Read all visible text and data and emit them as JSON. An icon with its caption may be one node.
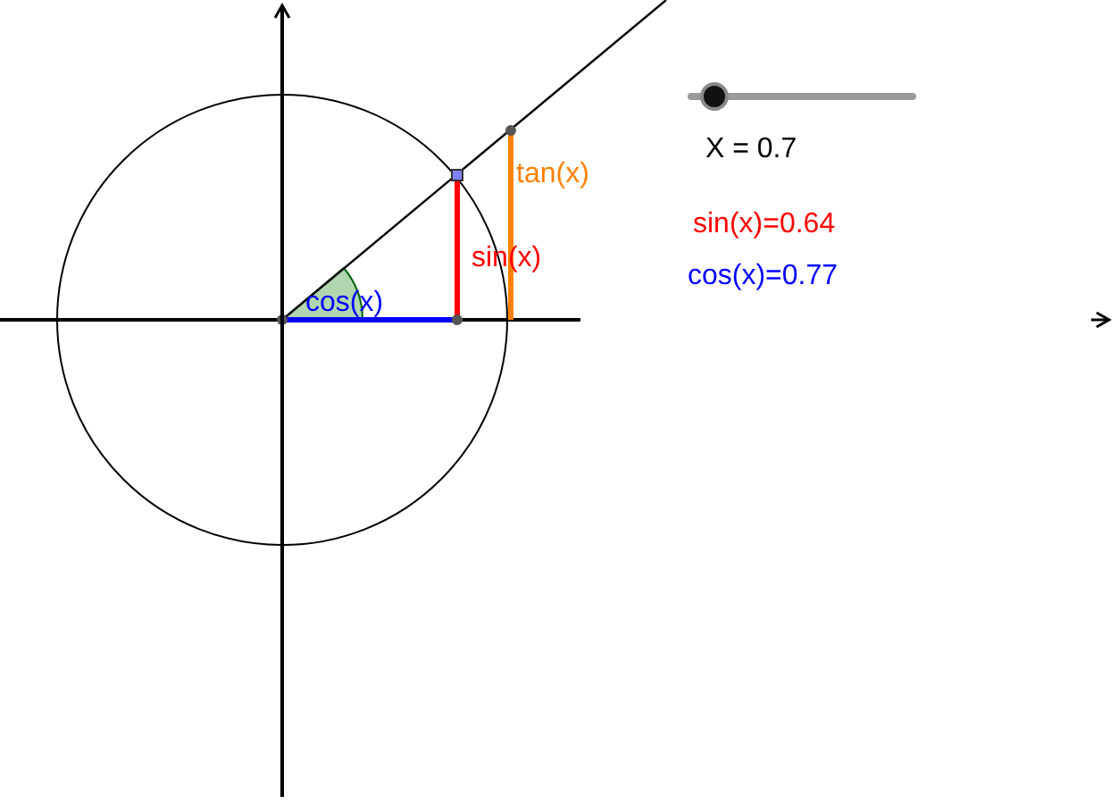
{
  "diagram": {
    "labels": [
      "tan(x)",
      "sin(x)",
      "cos(x)",
      "X = 0.7",
      "sin(x)=0.64",
      "cos(x)=0.77"
    ]
  }
}
